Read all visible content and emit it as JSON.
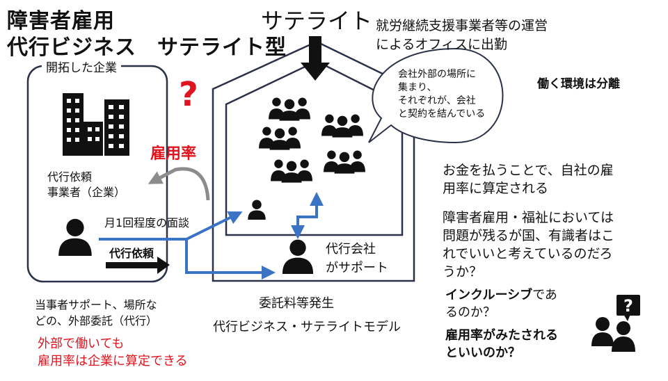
{
  "title": {
    "line1": "障害者雇用",
    "line2": "代行ビジネス",
    "subtitle": "サテライト型"
  },
  "top_label": "サテライト",
  "satellite_desc": {
    "line1": "就労継続支援事業者等の運営",
    "line2": "によるオフィスに出勤"
  },
  "company_box_label": "開拓した企業",
  "question_mark": "?",
  "employment_rate_label": "雇用率",
  "client_label": {
    "line1": "代行依頼",
    "line2": "事業者（企業）"
  },
  "interview_label": "月1回程度の面談",
  "request_label": "代行依頼",
  "bubble": {
    "line1": "会社外部の場所に",
    "line2": "集まり、",
    "line3": "それぞれが、会社",
    "line4": "と契約を結んでいる"
  },
  "separated": "働く環境は分離",
  "agent_label": {
    "line1": "代行会社",
    "line2": "がサポート"
  },
  "payment_note": {
    "line1": "お金を払うことで、自社の雇",
    "line2": "用率に算定される"
  },
  "problem_note": {
    "line1": "障害者雇用・福祉においては",
    "line2": "問題が残るが国、有識者はこ",
    "line3": "れでいいと考えているのだろ",
    "line4": "うか？"
  },
  "left_note": {
    "line1": "当事者サポート、場所な",
    "line2": "どの、外部委託（代行）"
  },
  "red_note": {
    "line1": "外部で働いても",
    "line2": "雇用率は企業に算定できる"
  },
  "fee_label": "委託料等発生",
  "model_label": "代行ビジネス・サテライトモデル",
  "inclusive": {
    "bold": "インクルーシブ",
    "rest": "であ",
    "line2": "るのか？"
  },
  "rate_question": {
    "line1": "雇用率がみたされる",
    "line2": "といいのか？"
  },
  "thinker_badge": "?",
  "colors": {
    "red": "#e0141e",
    "blue": "#3b73c4",
    "gray": "#8c8c8c",
    "outline": "#2a3148"
  }
}
